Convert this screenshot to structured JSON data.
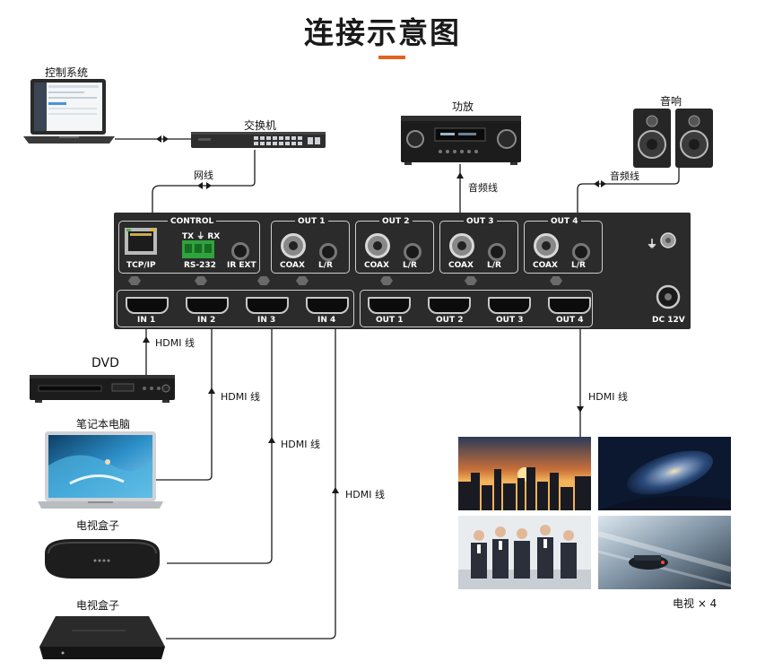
{
  "title": "连接示意图",
  "colors": {
    "accent": "#e2621f",
    "panel": "#2b2b2b",
    "terminal": "#2fa33c"
  },
  "devices": {
    "control_system": "控制系统",
    "switch": "交换机",
    "amplifier": "功放",
    "speaker": "音响",
    "dvd": "DVD",
    "laptop": "笔记本电脑",
    "tvbox1": "电视盒子",
    "tvbox2": "电视盒子",
    "tv": "电视 × 4"
  },
  "cables": {
    "network": "网线",
    "audio_amp": "音频线",
    "audio_speaker": "音频线",
    "hdmi_in1": "HDMI 线",
    "hdmi_in2": "HDMI 线",
    "hdmi_in3": "HDMI 线",
    "hdmi_in4": "HDMI 线",
    "hdmi_out": "HDMI 线"
  },
  "panel": {
    "control": "CONTROL",
    "txrx": "TX ⏚ RX",
    "tcpip": "TCP/IP",
    "rs232": "RS-232",
    "irext": "IR EXT",
    "out_groups": [
      {
        "title": "OUT 1",
        "coax": "COAX",
        "lr": "L/R"
      },
      {
        "title": "OUT 2",
        "coax": "COAX",
        "lr": "L/R"
      },
      {
        "title": "OUT 3",
        "coax": "COAX",
        "lr": "L/R"
      },
      {
        "title": "OUT 4",
        "coax": "COAX",
        "lr": "L/R"
      }
    ],
    "inputs": [
      "IN 1",
      "IN 2",
      "IN 3",
      "IN 4"
    ],
    "outputs": [
      "OUT 1",
      "OUT 2",
      "OUT 3",
      "OUT 4"
    ],
    "dc": "DC 12V"
  }
}
